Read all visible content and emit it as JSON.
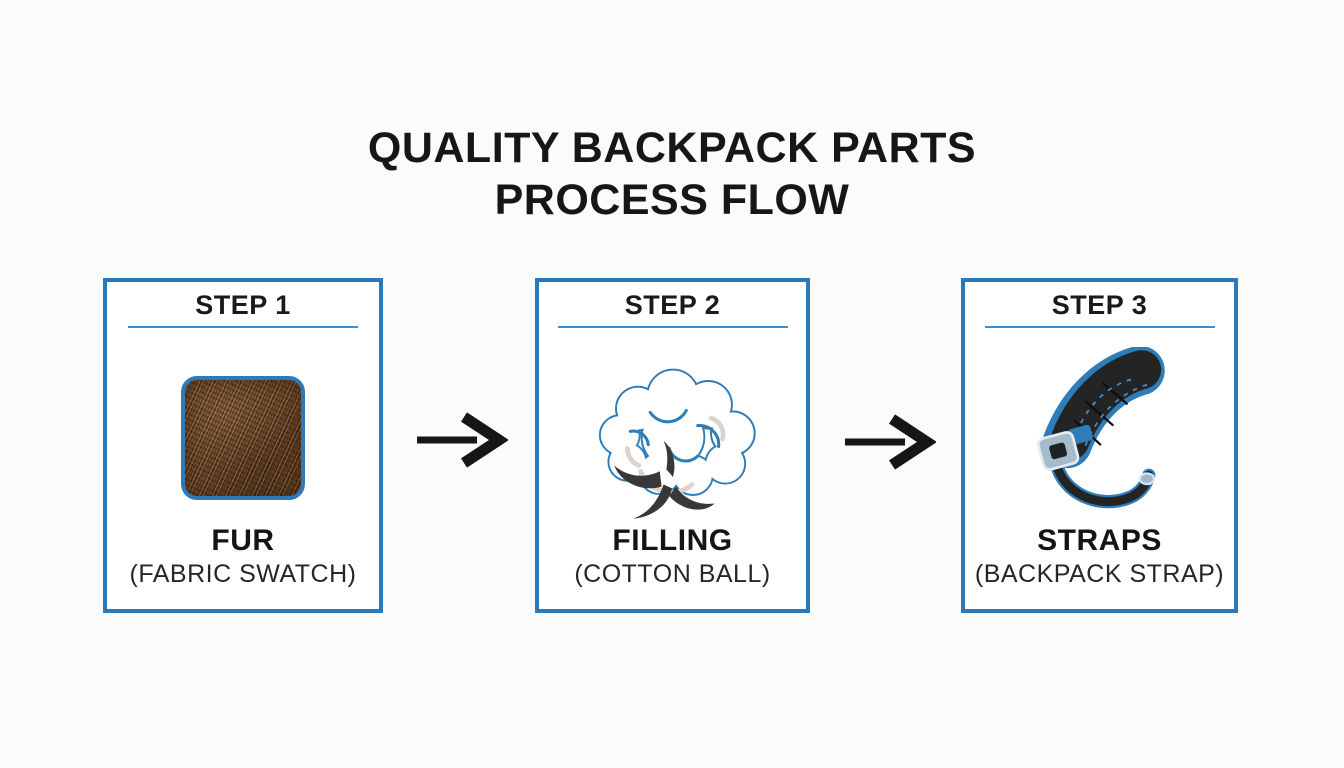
{
  "title": {
    "line1": "QUALITY BACKPACK PARTS",
    "line2": "PROCESS FLOW"
  },
  "steps": [
    {
      "step_label": "STEP 1",
      "item": "FUR",
      "item_detail": "(FABRIC SWATCH)",
      "icon": "fur-swatch-icon"
    },
    {
      "step_label": "STEP 2",
      "item": "FILLING",
      "item_detail": "(COTTON BALL)",
      "icon": "cotton-ball-icon"
    },
    {
      "step_label": "STEP 3",
      "item": "STRAPS",
      "item_detail": "(BACKPACK STRAP)",
      "icon": "backpack-strap-icon"
    }
  ],
  "arrows": [
    {
      "name": "arrow-1",
      "direction": "right"
    },
    {
      "name": "arrow-2",
      "direction": "right"
    }
  ],
  "colors": {
    "box_border": "#2b79b8",
    "step_underline": "#3f8ec8",
    "title_text": "#161616",
    "arrow": "#161616",
    "fur_brown": "#6f4b2c",
    "cotton_outline": "#2e7cb8",
    "strap_black": "#242424",
    "buckle_steel": "#a7bccb",
    "background": "#fbfbfa"
  }
}
